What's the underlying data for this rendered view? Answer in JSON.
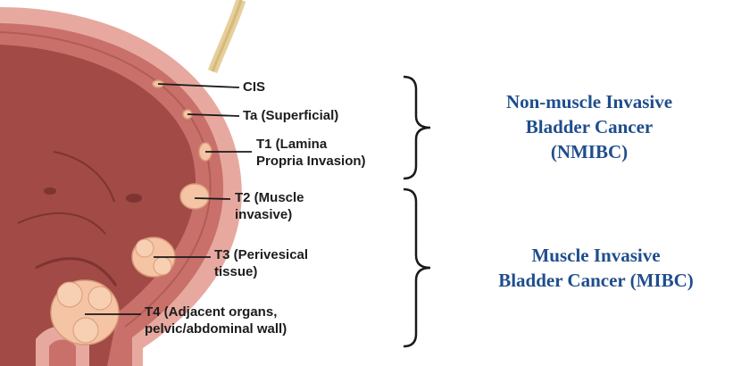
{
  "stages": [
    {
      "id": "cis",
      "lines": [
        "CIS"
      ]
    },
    {
      "id": "ta",
      "lines": [
        "Ta (Superficial)"
      ]
    },
    {
      "id": "t1",
      "lines": [
        "T1 (Lamina",
        "Propria Invasion)"
      ]
    },
    {
      "id": "t2",
      "lines": [
        "T2 (Muscle",
        "invasive)"
      ]
    },
    {
      "id": "t3",
      "lines": [
        "T3 (Perivesical",
        "tissue)"
      ]
    },
    {
      "id": "t4",
      "lines": [
        "T4 (Adjacent organs,",
        "pelvic/abdominal wall)"
      ]
    }
  ],
  "categories": [
    {
      "id": "nmibc",
      "lines": [
        "Non-muscle Invasive",
        "Bladder Cancer",
        "(NMIBC)"
      ]
    },
    {
      "id": "mibc",
      "lines": [
        "Muscle Invasive",
        "Bladder Cancer (MIBC)"
      ]
    }
  ],
  "colors": {
    "lumen": "#a14a46",
    "lumen_dark": "#7e3431",
    "wall_muscle": "#c9706a",
    "wall_outer": "#e7a99f",
    "tumor": "#f4c4a4",
    "tumor_edge": "#d99a78",
    "ureter": "#e6cf9a",
    "category_text": "#1f4e8c",
    "leader_line": "#1a1a1a"
  }
}
